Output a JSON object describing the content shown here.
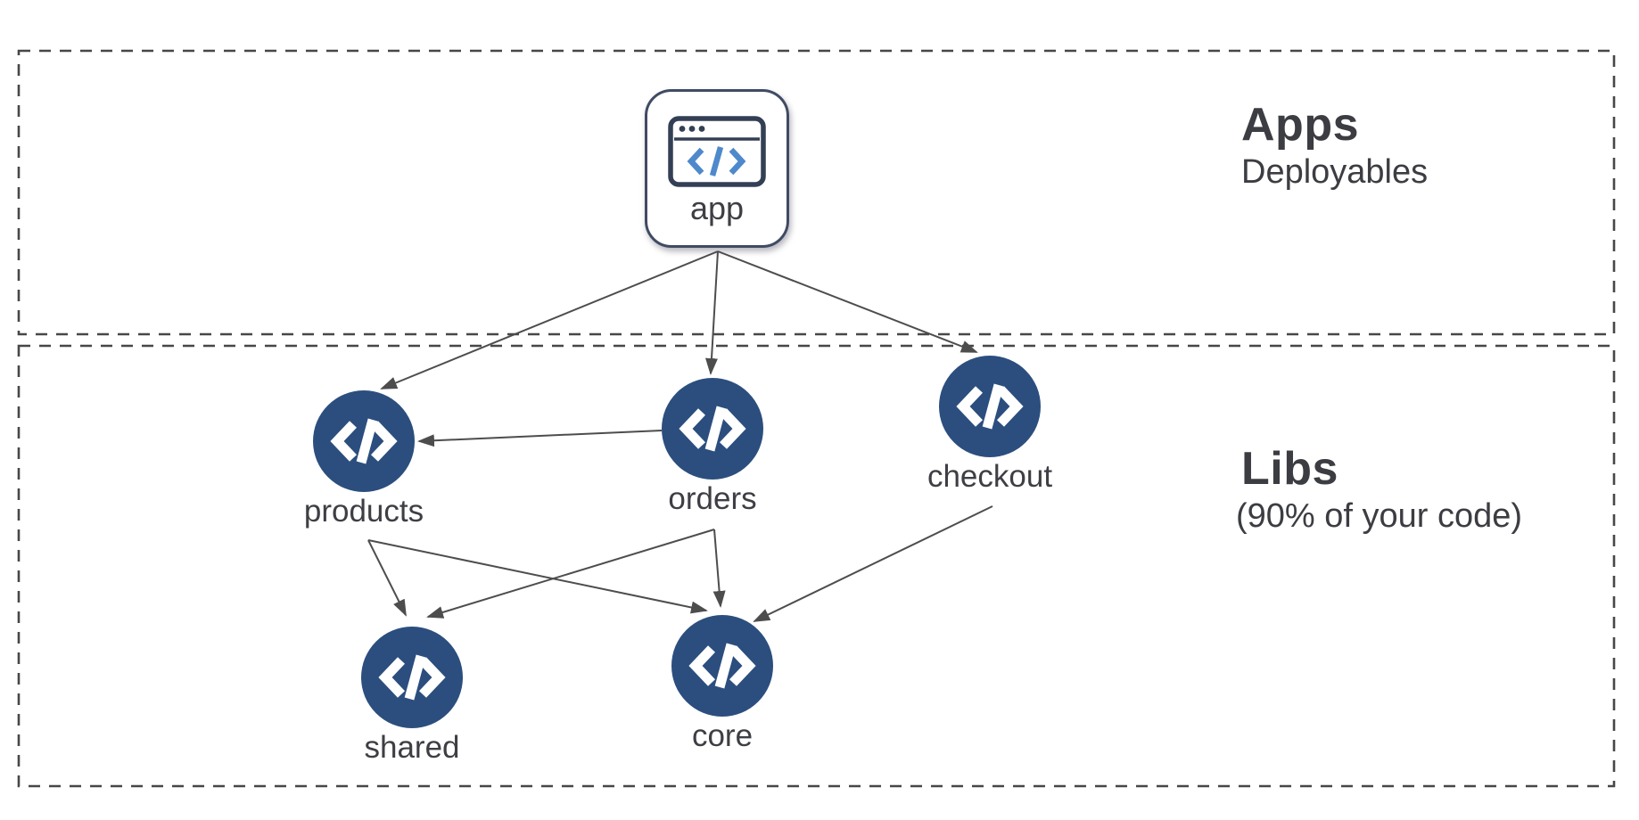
{
  "sections": {
    "apps": {
      "title": "Apps",
      "subtitle": "Deployables"
    },
    "libs": {
      "title": "Libs",
      "subtitle": "(90% of your code)"
    }
  },
  "graph": {
    "nodes": [
      {
        "id": "app",
        "label": "app",
        "type": "application",
        "section": "apps",
        "icon": "browser-code-icon"
      },
      {
        "id": "products",
        "label": "products",
        "type": "library",
        "section": "libs",
        "icon": "code-icon"
      },
      {
        "id": "orders",
        "label": "orders",
        "type": "library",
        "section": "libs",
        "icon": "code-icon"
      },
      {
        "id": "checkout",
        "label": "checkout",
        "type": "library",
        "section": "libs",
        "icon": "code-icon"
      },
      {
        "id": "shared",
        "label": "shared",
        "type": "library",
        "section": "libs",
        "icon": "code-icon"
      },
      {
        "id": "core",
        "label": "core",
        "type": "library",
        "section": "libs",
        "icon": "code-icon"
      }
    ],
    "edges": [
      {
        "from": "app",
        "to": "products"
      },
      {
        "from": "app",
        "to": "orders"
      },
      {
        "from": "app",
        "to": "checkout"
      },
      {
        "from": "orders",
        "to": "products"
      },
      {
        "from": "products",
        "to": "shared"
      },
      {
        "from": "products",
        "to": "core"
      },
      {
        "from": "orders",
        "to": "shared"
      },
      {
        "from": "orders",
        "to": "core"
      },
      {
        "from": "checkout",
        "to": "core"
      }
    ]
  },
  "colors": {
    "node_fill": "#2b4e7e",
    "node_glyph": "#ffffff",
    "edge": "#4d4d4d",
    "section_dash": "#474747",
    "text": "#3e3f44",
    "app_icon_outline": "#333f54",
    "app_icon_code_blue": "#4e89cb",
    "background": "#ffffff"
  }
}
